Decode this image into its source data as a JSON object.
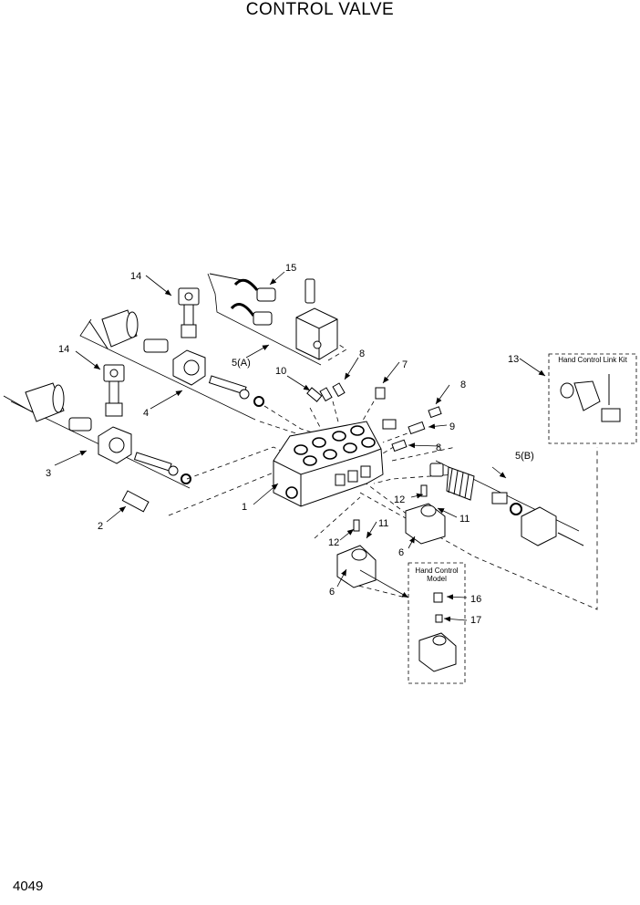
{
  "title": "CONTROL VALVE",
  "page_number": "4049",
  "callouts": {
    "c1": "1",
    "c2": "2",
    "c3": "3",
    "c4": "4",
    "c5a": "5(A)",
    "c5b": "5(B)",
    "c6a": "6",
    "c6b": "6",
    "c7": "7",
    "c8a": "8",
    "c8b": "8",
    "c8c": "8",
    "c9": "9",
    "c10": "10",
    "c11a": "11",
    "c11b": "11",
    "c12a": "12",
    "c12b": "12",
    "c13": "13",
    "c14a": "14",
    "c14b": "14",
    "c15": "15",
    "c16": "16",
    "c17": "17"
  },
  "boxes": {
    "link_kit": "Hand Control Link Kit",
    "model_line1": "Hand Control",
    "model_line2": "Model"
  }
}
